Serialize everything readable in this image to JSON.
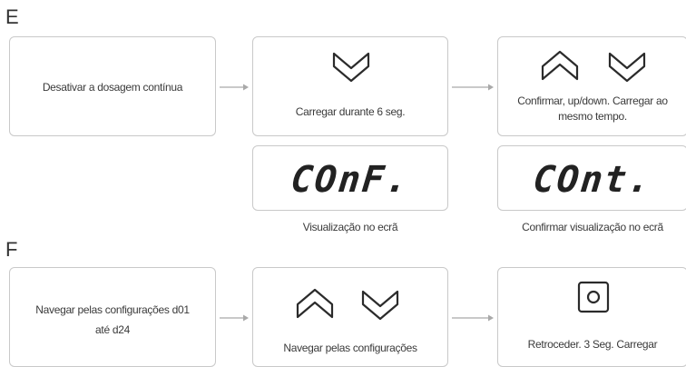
{
  "section_e": {
    "letter": "E",
    "step1": "Desativar a dosagem contínua",
    "step2": "Carregar durante 6 seg.",
    "step3_line1": "Confirmar, up/down. Carregar ao",
    "step3_line2": "mesmo tempo.",
    "display1": "COnF.",
    "display1_caption": "Visualização no ecrã",
    "display2": "COnt.",
    "display2_caption": "Confirmar visualização no ecrã"
  },
  "section_f": {
    "letter": "F",
    "step1_line1": "Navegar pelas configurações d01",
    "step1_line2": "até d24",
    "step2": "Navegar pelas configurações",
    "step3": "Retroceder. 3 Seg. Carregar"
  },
  "icons": {
    "down": "chevron-down-icon",
    "up": "chevron-up-icon",
    "button": "square-button-icon"
  }
}
